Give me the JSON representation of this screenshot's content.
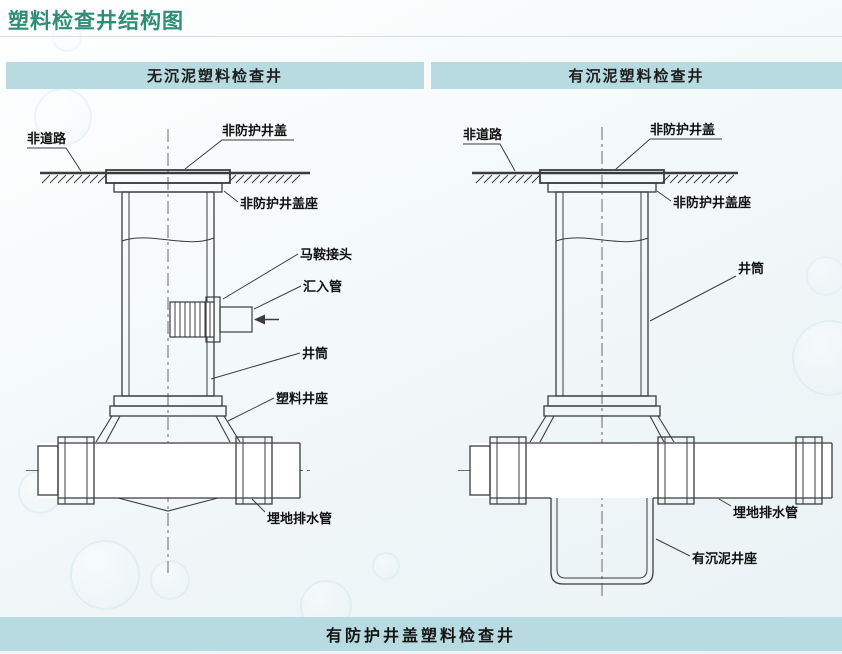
{
  "page": {
    "title": "塑料检查井结构图",
    "footer_banner": "有防护井盖塑料检查井"
  },
  "panels": {
    "left": {
      "title": "无沉泥塑料检查井",
      "labels": {
        "non_road": "非道路",
        "cover": "非防护井盖",
        "cover_seat": "非防护井盖座",
        "saddle_joint": "马鞍接头",
        "inflow_pipe": "汇入管",
        "shaft": "井筒",
        "plastic_seat": "塑料井座",
        "buried_drain_pipe": "埋地排水管"
      }
    },
    "right": {
      "title": "有沉泥塑料检查井",
      "labels": {
        "non_road": "非道路",
        "cover": "非防护井盖",
        "cover_seat": "非防护井盖座",
        "shaft": "井筒",
        "buried_drain_pipe": "埋地排水管",
        "sediment_seat": "有沉泥井座"
      }
    }
  },
  "colors": {
    "accent_teal": "#2e8e75",
    "panel_header_bg": "#b7dbe1",
    "footer_bg": "#b7dbe1",
    "line_color": "#3c3c3c"
  }
}
